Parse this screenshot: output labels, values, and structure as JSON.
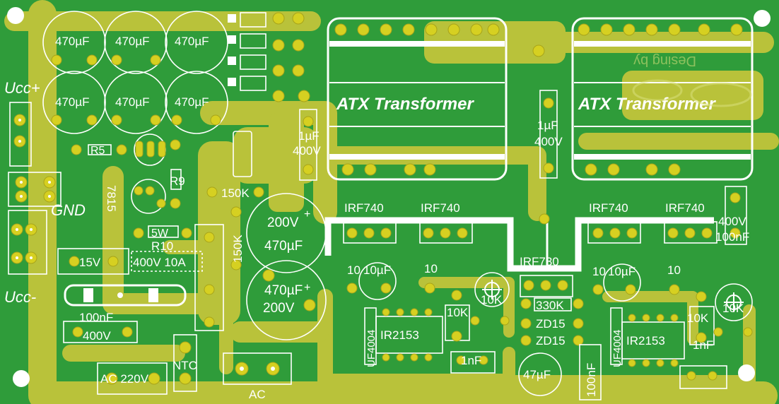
{
  "board": {
    "colors": {
      "substrate": "#2f9c3a",
      "copper": "#b9c23a",
      "pad": "#d6d021",
      "silkscreen": "#ffffff"
    },
    "labels": {
      "ucc_plus": "Ucc+",
      "gnd": "GND",
      "ucc_minus": "Ucc-",
      "cap_470uf": "470µF",
      "r5": "R5",
      "r9": "R9",
      "ic_7815": "7815",
      "r10_power": "5W",
      "r10": "R10",
      "v15": "15V",
      "fuse": "400V 10A",
      "cap_100nf_left": "100nF",
      "cap_100nf_left_v": "400V",
      "ac220": "AC 220V",
      "ntc": "NTC",
      "ac": "AC",
      "r150k_h": "150K",
      "r150k_v": "150K",
      "cap_200v": "200V",
      "cap_470uf_big": "470µF",
      "cap_470uf_big2": "470µF",
      "cap_200v_2": "200V",
      "atx_transformer": "ATX Transformer",
      "cap_1uf": "1µF",
      "cap_400v": "400V",
      "irf740": "IRF740",
      "irf730": "IRF730",
      "r10_small": "10",
      "cap_10uf": "10µF",
      "trimmer_10k": "10K",
      "r10k": "10K",
      "r330k": "330K",
      "zd15": "ZD15",
      "uf4004": "UF4004",
      "ir2153": "IR2153",
      "cap_1nf": "1nF",
      "cap_47uf": "47µF",
      "cap_100nf_v": "100nF",
      "cap_400v_right": "400V",
      "cap_100nf_right": "100nF",
      "design_by": "Desing by"
    }
  }
}
